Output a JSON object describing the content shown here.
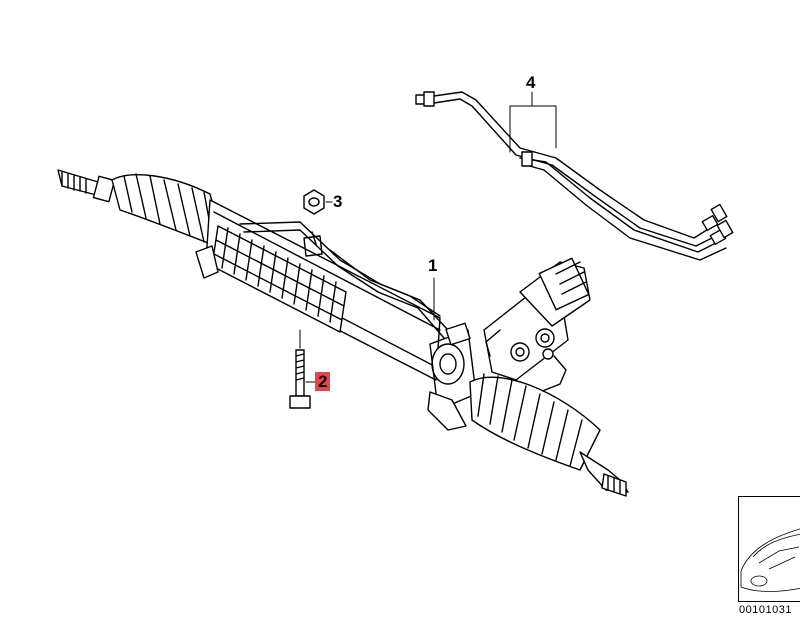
{
  "callouts": [
    {
      "id": "1",
      "label": "1",
      "highlighted": false
    },
    {
      "id": "2",
      "label": "2",
      "highlighted": true
    },
    {
      "id": "3",
      "label": "3",
      "highlighted": false
    },
    {
      "id": "4",
      "label": "4",
      "highlighted": false
    }
  ],
  "reference_code": "00101031",
  "colors": {
    "line": "#000000",
    "highlight": "#e8434b",
    "background": "#ffffff"
  }
}
